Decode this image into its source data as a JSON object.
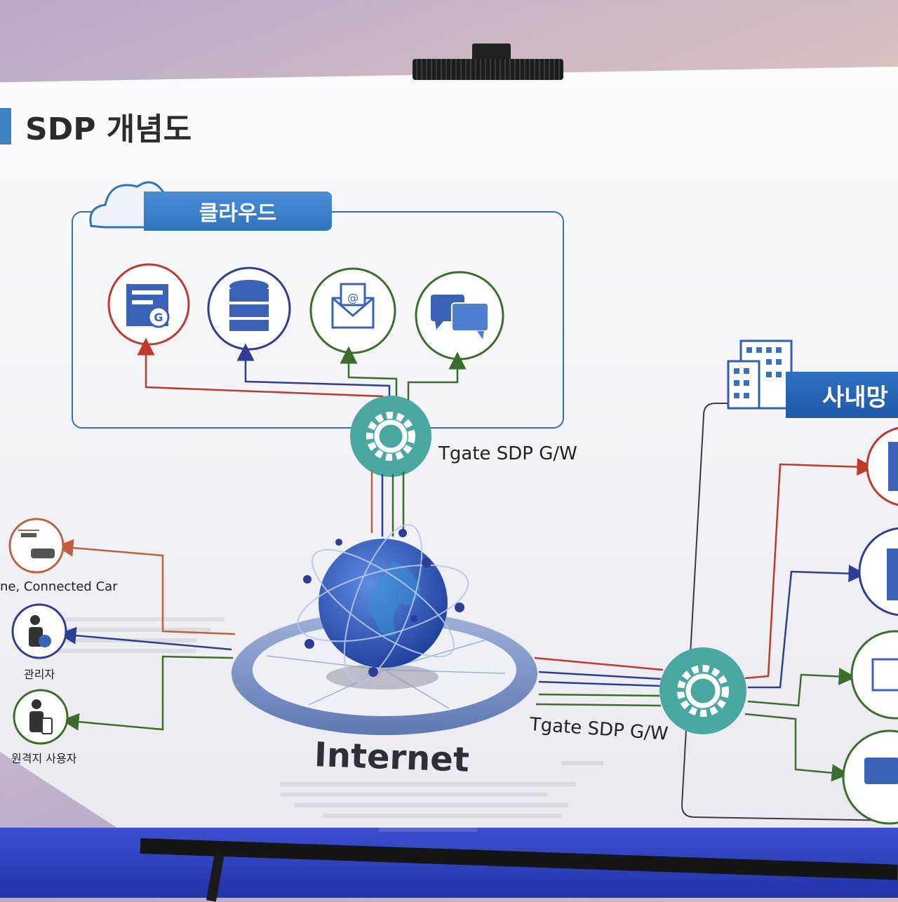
{
  "title": "SDP 개념도",
  "cloud": {
    "label": "클라우드"
  },
  "corporate": {
    "label": "사내망"
  },
  "gateway_top": {
    "label": "Tgate SDP G/W"
  },
  "gateway_bottom": {
    "label": "Tgate SDP G/W"
  },
  "internet": {
    "label": "Internet"
  },
  "clients": [
    {
      "label": "ne, Connected Car"
    },
    {
      "label": "관리자"
    },
    {
      "label": "원격지 사용자"
    }
  ],
  "colors": {
    "accent_blue": "#2f73bd",
    "red": "#c0392b",
    "navy": "#2c3e96",
    "green": "#3b6e2a",
    "orange": "#c0603e",
    "teal": "#4aa8a0"
  },
  "icons": {
    "cloud_services": [
      "web-server-icon",
      "database-icon",
      "email-icon",
      "chat-icon"
    ],
    "corp_services": [
      "web-server-icon",
      "database-icon",
      "email-icon",
      "chat-icon"
    ],
    "clients": [
      "drone-car-icon",
      "admin-user-icon",
      "remote-user-icon"
    ]
  }
}
